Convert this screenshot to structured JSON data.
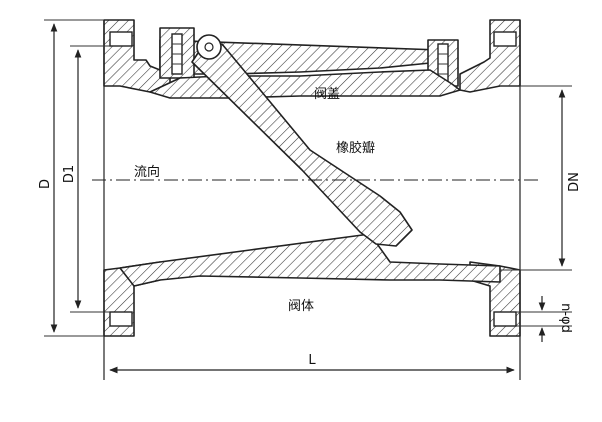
{
  "labels": {
    "valve_cover": "阀盖",
    "rubber_disc": "橡胶瓣",
    "flow_direction": "流向",
    "valve_body": "阀体"
  },
  "dimensions": {
    "d": "D",
    "d1": "D1",
    "dn": "DN",
    "l": "L",
    "bolt": "n-φd"
  }
}
